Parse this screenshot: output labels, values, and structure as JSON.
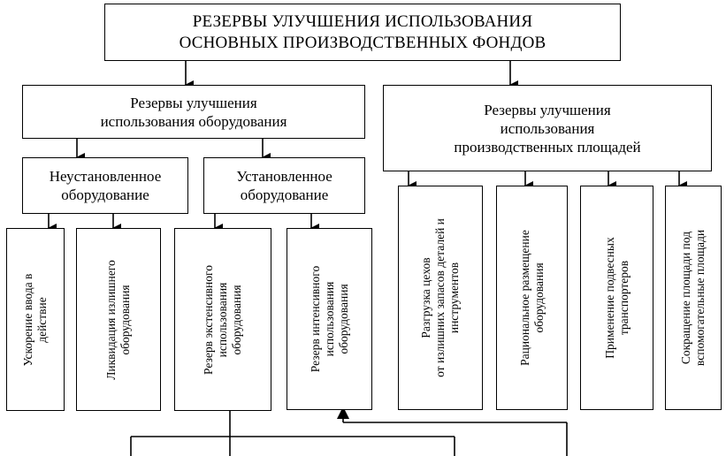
{
  "diagram": {
    "title_line1": "РЕЗЕРВЫ УЛУЧШЕНИЯ ИСПОЛЬЗОВАНИЯ",
    "title_line2": "ОСНОВНЫХ ПРОИЗВОДСТВЕННЫХ ФОНДОВ",
    "equipment": {
      "line1": "Резервы улучшения",
      "line2": "использования оборудования"
    },
    "areas": {
      "line1": "Резервы улучшения",
      "line2": "использования",
      "line3": "производственных площадей"
    },
    "uninstalled": {
      "line1": "Неустановленное",
      "line2": "оборудование"
    },
    "installed": {
      "line1": "Установленное",
      "line2": "оборудование"
    },
    "leaves": {
      "accelerate": {
        "line1": "Ускорение ввода в",
        "line2": "действие"
      },
      "liquidation": {
        "line1": "Ликвидация излишнего",
        "line2": "оборудования"
      },
      "extensive": {
        "line1": "Резерв экстенсивного",
        "line2": "использования",
        "line3": "оборудования"
      },
      "intensive": {
        "line1": "Резерв интенсивного",
        "line2": "использования",
        "line3": "оборудования"
      },
      "unload": {
        "line1": "Разгрузка цехов",
        "line2": "от излишних запасов деталей и",
        "line3": "инструментов"
      },
      "placement": {
        "line1": "Рациональное размещение",
        "line2": "оборудования"
      },
      "conveyors": {
        "line1": "Применение подвесных",
        "line2": "транспортеров"
      },
      "auxiliary": {
        "line1": "Сокращение площади под",
        "line2": "вспомогательные площади"
      }
    }
  }
}
